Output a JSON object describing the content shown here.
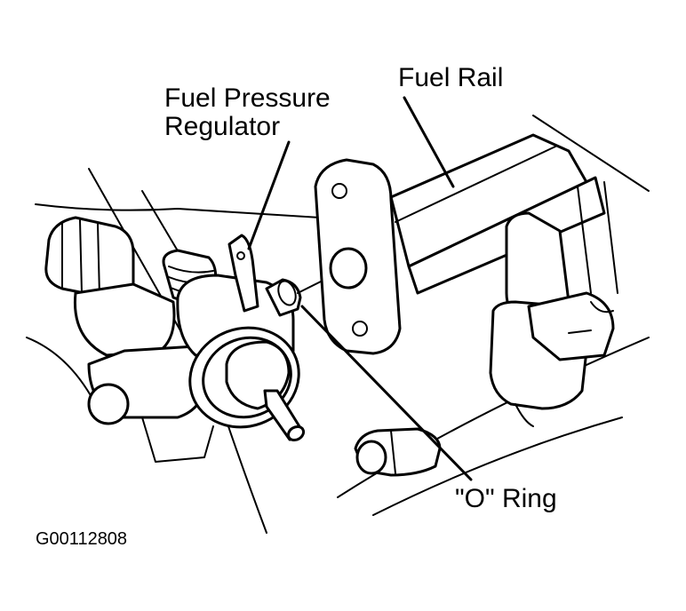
{
  "labels": {
    "fuel_pressure_regulator_line1": "Fuel Pressure",
    "fuel_pressure_regulator_line2": "Regulator",
    "fuel_rail": "Fuel Rail",
    "o_ring": "\"O\" Ring"
  },
  "figure_code": "G00112808",
  "colors": {
    "ink": "#000000",
    "background": "#ffffff"
  }
}
